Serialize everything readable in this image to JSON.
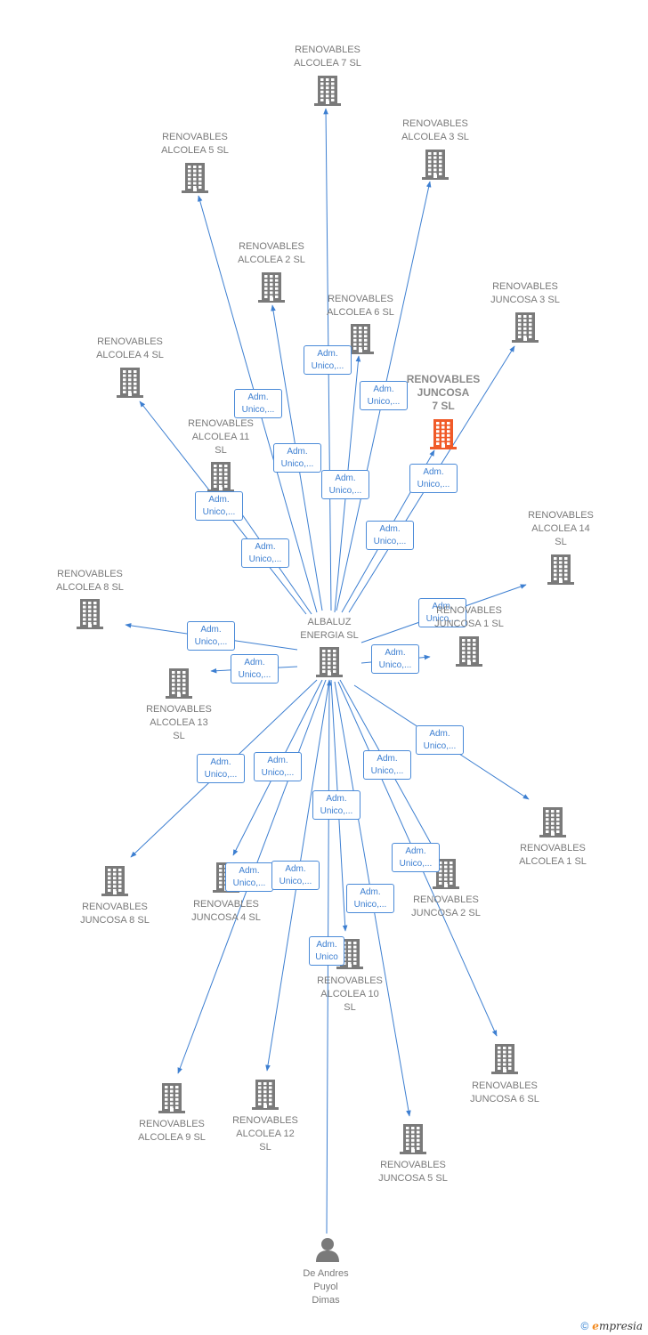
{
  "colors": {
    "edge": "#3d7fd1",
    "company_icon": "#7a7a7a",
    "company_icon_highlight": "#f05a28",
    "badge_border": "#4a8ad8",
    "badge_text": "#3d7fd1",
    "label_text": "#7a7a7a"
  },
  "center": {
    "id": "albaluz",
    "label": "ALBALUZ\nENERGIA SL",
    "icon": "building-icon"
  },
  "person": {
    "id": "deandres",
    "label": "De Andres\nPuyol\nDimas",
    "icon": "person-icon",
    "relation": "Adm.\nUnico"
  },
  "companies": [
    {
      "id": "alcolea7",
      "label": "RENOVABLES\nALCOLEA 7 SL",
      "icon": "building-icon",
      "relation": "Adm.\nUnico,..."
    },
    {
      "id": "alcolea3",
      "label": "RENOVABLES\nALCOLEA 3 SL",
      "icon": "building-icon",
      "relation": "Adm.\nUnico,..."
    },
    {
      "id": "alcolea5",
      "label": "RENOVABLES\nALCOLEA 5 SL",
      "icon": "building-icon",
      "relation": "Adm.\nUnico,..."
    },
    {
      "id": "alcolea2",
      "label": "RENOVABLES\nALCOLEA 2 SL",
      "icon": "building-icon",
      "relation": "Adm.\nUnico,..."
    },
    {
      "id": "alcolea6",
      "label": "RENOVABLES\nALCOLEA 6 SL",
      "icon": "building-icon",
      "relation": "Adm.\nUnico,..."
    },
    {
      "id": "juncosa3",
      "label": "RENOVABLES\nJUNCOSA 3 SL",
      "icon": "building-icon",
      "relation": "Adm.\nUnico,..."
    },
    {
      "id": "juncosa7",
      "label": "RENOVABLES\nJUNCOSA\n7 SL",
      "icon": "building-icon",
      "relation": "Adm.\nUnico,...",
      "highlight": true
    },
    {
      "id": "alcolea4",
      "label": "RENOVABLES\nALCOLEA 4 SL",
      "icon": "building-icon",
      "relation": "Adm.\nUnico,..."
    },
    {
      "id": "alcolea11",
      "label": "RENOVABLES\nALCOLEA 11\nSL",
      "icon": "building-icon",
      "relation": "Adm.\nUnico,..."
    },
    {
      "id": "alcolea14",
      "label": "RENOVABLES\nALCOLEA 14\nSL",
      "icon": "building-icon",
      "relation": "Adm.\nUnico,..."
    },
    {
      "id": "alcolea8",
      "label": "RENOVABLES\nALCOLEA 8 SL",
      "icon": "building-icon",
      "relation": "Adm.\nUnico,..."
    },
    {
      "id": "juncosa1",
      "label": "RENOVABLES\nJUNCOSA 1 SL",
      "icon": "building-icon",
      "relation": "Adm.\nUnico,..."
    },
    {
      "id": "alcolea13",
      "label": "RENOVABLES\nALCOLEA 13\nSL",
      "icon": "building-icon",
      "relation": "Adm.\nUnico,..."
    },
    {
      "id": "alcolea1",
      "label": "RENOVABLES\nALCOLEA 1 SL",
      "icon": "building-icon",
      "relation": "Adm.\nUnico,..."
    },
    {
      "id": "juncosa8",
      "label": "RENOVABLES\nJUNCOSA 8 SL",
      "icon": "building-icon",
      "relation": "Adm.\nUnico,..."
    },
    {
      "id": "juncosa4",
      "label": "RENOVABLES\nJUNCOSA 4 SL",
      "icon": "building-icon",
      "relation": "Adm.\nUnico,..."
    },
    {
      "id": "juncosa2",
      "label": "RENOVABLES\nJUNCOSA 2 SL",
      "icon": "building-icon",
      "relation": "Adm.\nUnico,..."
    },
    {
      "id": "alcolea10",
      "label": "RENOVABLES\nALCOLEA 10\nSL",
      "icon": "building-icon",
      "relation": "Adm.\nUnico,..."
    },
    {
      "id": "juncosa6",
      "label": "RENOVABLES\nJUNCOSA 6 SL",
      "icon": "building-icon",
      "relation": "Adm.\nUnico,..."
    },
    {
      "id": "alcolea9",
      "label": "RENOVABLES\nALCOLEA 9 SL",
      "icon": "building-icon",
      "relation": "Adm.\nUnico,..."
    },
    {
      "id": "alcolea12",
      "label": "RENOVABLES\nALCOLEA 12\nSL",
      "icon": "building-icon",
      "relation": "Adm.\nUnico,..."
    },
    {
      "id": "juncosa5",
      "label": "RENOVABLES\nJUNCOSA 5 SL",
      "icon": "building-icon",
      "relation": "Adm.\nUnico,..."
    }
  ],
  "footer": {
    "copyright": "©",
    "brand_initial": "e",
    "brand_rest": "mpresia"
  }
}
